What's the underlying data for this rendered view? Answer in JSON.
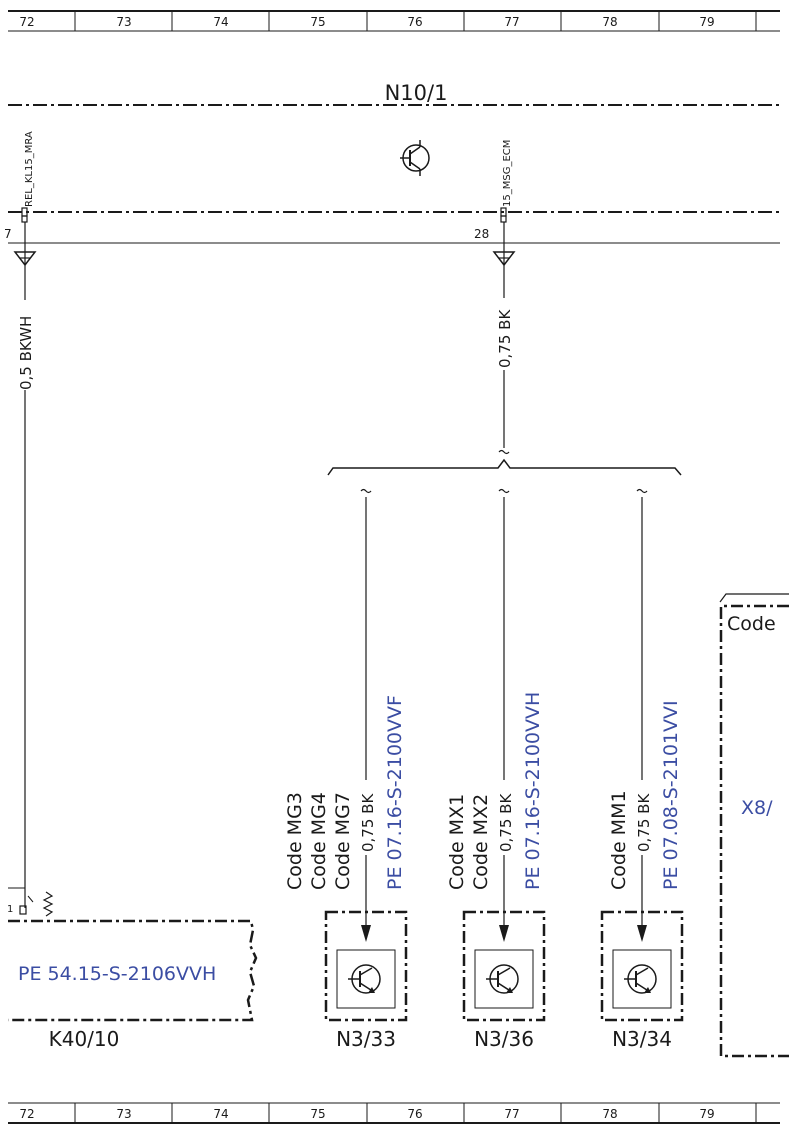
{
  "grid": {
    "columns": [
      "72",
      "73",
      "74",
      "75",
      "76",
      "77",
      "78",
      "79"
    ]
  },
  "module": {
    "name": "N10/1",
    "pin_left_label": "REL_KL15_MRA",
    "pin_left_number": "7",
    "pin_right_label": "15_MSG_ECM",
    "pin_right_number": "28"
  },
  "wires": {
    "left": "0,5 BKWH",
    "right": "0,75 BK",
    "branch1": "0,75 BK",
    "branch2": "0,75 BK",
    "branch3": "0,75 BK"
  },
  "branches": [
    {
      "codes": [
        "Code MG3",
        "Code MG4",
        "Code MG7"
      ],
      "ref": "PE 07.16-S-2100VVF",
      "component": "N3/33"
    },
    {
      "codes": [
        "Code MX1",
        "Code MX2"
      ],
      "ref": "PE 07.16-S-2100VVH",
      "component": "N3/36"
    },
    {
      "codes": [
        "Code MM1"
      ],
      "ref": "PE 07.08-S-2101VVI",
      "component": "N3/34"
    }
  ],
  "relay": {
    "pin": "1",
    "ref": "PE 54.15-S-2106VVH",
    "name": "K40/10"
  },
  "right_box": {
    "code_text": "Code",
    "ref_fragment": "X8/"
  }
}
